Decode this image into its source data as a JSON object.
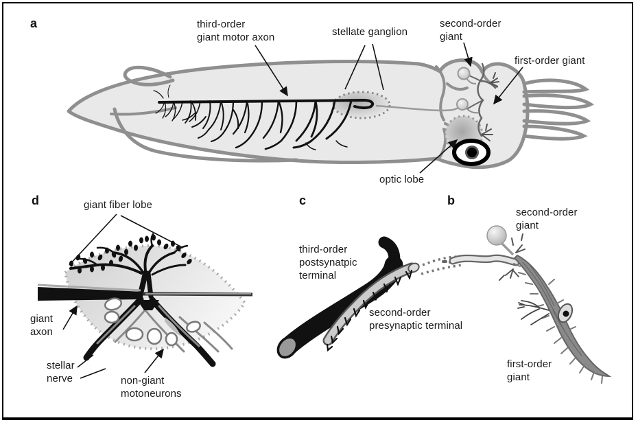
{
  "figure": {
    "panels": {
      "a": {
        "letter": "a",
        "labels": {
          "third_order_motor_axon": "third-order\ngiant motor axon",
          "stellate_ganglion": "stellate ganglion",
          "second_order_giant": "second-order\ngiant",
          "first_order_giant": "first-order giant",
          "optic_lobe": "optic lobe"
        }
      },
      "b": {
        "letter": "b",
        "labels": {
          "second_order_giant": "second-order\ngiant",
          "first_order_giant": "first-order\ngiant"
        }
      },
      "c": {
        "letter": "c",
        "labels": {
          "third_order_terminal": "third-order\npostsynatpic\nterminal",
          "second_order_terminal": "second-order\npresynaptic terminal"
        }
      },
      "d": {
        "letter": "d",
        "labels": {
          "giant_fiber_lobe": "giant fiber lobe",
          "giant_axon": "giant\naxon",
          "stellar_nerve": "stellar\nnerve",
          "non_giant_motoneurons": "non-giant\nmotoneurons"
        }
      }
    },
    "colors": {
      "background": "#ffffff",
      "body_fill": "#e9e9e9",
      "outline_gray": "#8f8f8f",
      "ink": "#111111",
      "label_text": "#1b1b1b",
      "frame": "#000000"
    }
  }
}
